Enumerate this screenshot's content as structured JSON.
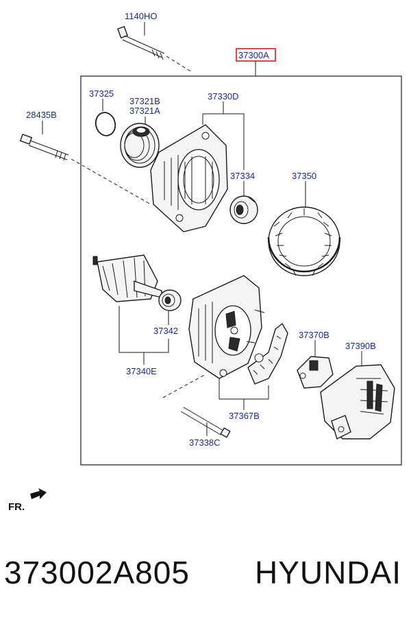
{
  "callouts": {
    "bolt_top": "1140HO",
    "assembly": "37300A",
    "oring": "37325",
    "pulley_b": "37321B",
    "pulley_a": "37321A",
    "front_bracket": "37330D",
    "through_bolt": "28435B",
    "front_bearing": "37334",
    "stator": "37350",
    "rear_bearing": "37342",
    "rotor": "37340E",
    "regulator": "37370B",
    "rear_cover": "37390B",
    "rectifier": "37367B",
    "rear_bolt": "37338C"
  },
  "direction_label": "FR.",
  "footer": {
    "part_number": "373002A805",
    "brand": "HYUNDAI"
  },
  "colors": {
    "label_text": "#1a2a8c",
    "highlight_box": "#d81b1b",
    "line": "#1a1a1a"
  }
}
